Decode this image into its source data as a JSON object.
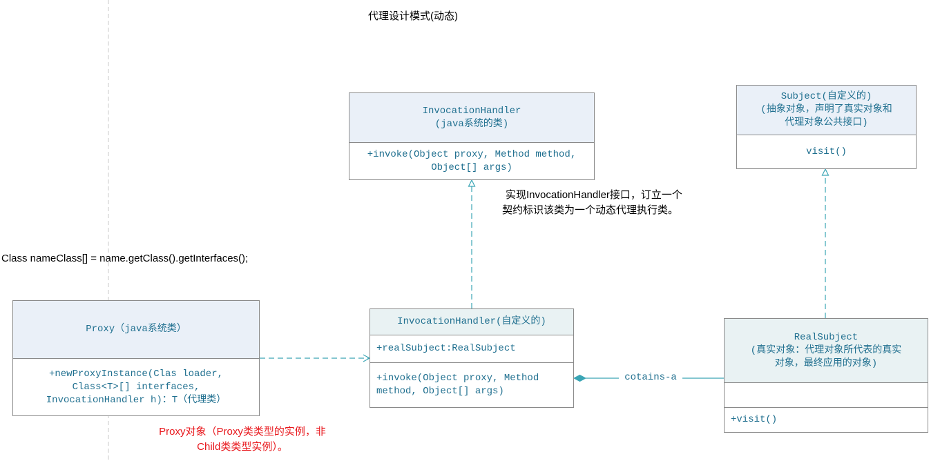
{
  "title": "代理设计模式(动态)",
  "notes": {
    "interfaces_code": "Class nameClass[] = name.getClass().getInterfaces();",
    "impl_note_line1": "实现InvocationHandler接口，订立一个",
    "impl_note_line2": "契约标识该类为一个动态代理执行类。",
    "proxy_note_line1": "Proxy对象（Proxy类类型的实例，非",
    "proxy_note_line2": "Child类类型实例）。"
  },
  "classes": {
    "invocation_handler_sys": {
      "name": "InvocationHandler",
      "subtitle": "(java系统的类)",
      "method_line1": "+invoke(Object proxy, Method method,",
      "method_line2": "Object[] args)"
    },
    "subject": {
      "name": "Subject(自定义的)",
      "subtitle1": "(抽象对象，声明了真实对象和",
      "subtitle2": "代理对象公共接口)",
      "method": "visit()"
    },
    "proxy": {
      "name": "Proxy（java系统类）",
      "method_line1": "+newProxyInstance(Clas loader,",
      "method_line2": "Class<T>[] interfaces,",
      "method_line3": "InvocationHandler h)：T（代理类）"
    },
    "invocation_handler_custom": {
      "name": "InvocationHandler(自定义的)",
      "field": "+realSubject:RealSubject",
      "method_line1": "+invoke(Object proxy, Method",
      "method_line2": "method, Object[] args)"
    },
    "real_subject": {
      "name": "RealSubject",
      "subtitle1": "(真实对象：代理对象所代表的真实",
      "subtitle2": "对象，最终应用的对象)",
      "method": "+visit()"
    }
  },
  "relations": {
    "contains_label": "cotains-a"
  },
  "colors": {
    "connector": "#3aa5b5",
    "class_text": "#1f6f8f",
    "header_fill": "#eaf0f8",
    "note_red": "#e8161b"
  }
}
